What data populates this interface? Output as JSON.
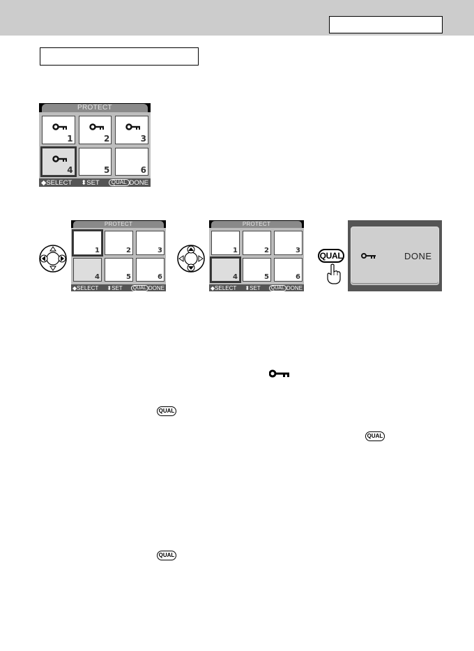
{
  "header": {
    "page_label": "",
    "section_label": ""
  },
  "screens": {
    "protect_title": "PROTECT",
    "footer": {
      "select": "SELECT",
      "set": "SET",
      "qual": "QUAL",
      "done": "DONE"
    },
    "thumbnails": [
      {
        "number": "1",
        "protected": true
      },
      {
        "number": "2",
        "protected": true
      },
      {
        "number": "3",
        "protected": true
      },
      {
        "number": "4",
        "protected": true
      },
      {
        "number": "5",
        "protected": false
      },
      {
        "number": "6",
        "protected": false
      }
    ],
    "main_screen_selected": 4,
    "step1_selected": 1,
    "step2_selected": 4
  },
  "done_screen": {
    "icon": "key-icon",
    "label": "DONE"
  },
  "controls": {
    "qual_button_label": "QUAL"
  },
  "inline_icons": {
    "key": "key-icon",
    "qual_1": "QUAL",
    "qual_2": "QUAL",
    "qual_3": "QUAL"
  },
  "colors": {
    "header_band": "#cccccc",
    "lcd_bg": "#bdbdbd",
    "lcd_footer": "#555555",
    "lcd_tab": "#8a8a8a"
  }
}
